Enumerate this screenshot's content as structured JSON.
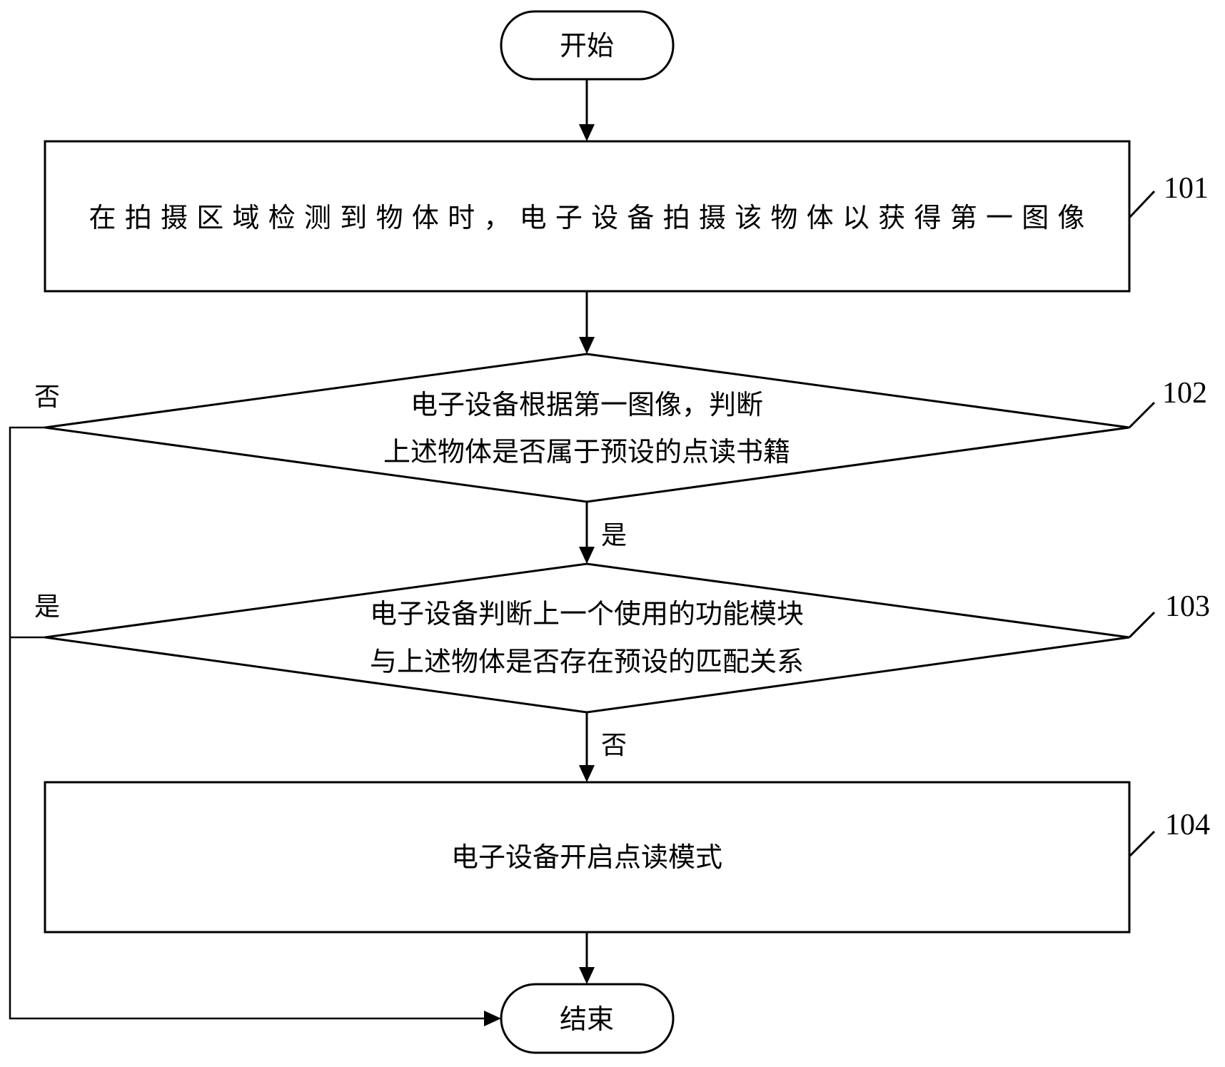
{
  "flowchart": {
    "start": {
      "label": "开始"
    },
    "end": {
      "label": "结束"
    },
    "steps": [
      {
        "id": "101",
        "type": "process",
        "ref_label": "101",
        "lines": [
          "在拍摄区域检测到物体时，电子设备拍摄该物体以获得第一图像"
        ]
      },
      {
        "id": "102",
        "type": "decision",
        "ref_label": "102",
        "lines": [
          "电子设备根据第一图像，判断",
          "上述物体是否属于预设的点读书籍"
        ]
      },
      {
        "id": "103",
        "type": "decision",
        "ref_label": "103",
        "lines": [
          "电子设备判断上一个使用的功能模块",
          "与上述物体是否存在预设的匹配关系"
        ]
      },
      {
        "id": "104",
        "type": "process",
        "ref_label": "104",
        "lines": [
          "电子设备开启点读模式"
        ]
      }
    ],
    "edge_labels": {
      "d102_no": "否",
      "d102_yes": "是",
      "d103_yes": "是",
      "d103_no": "否"
    }
  }
}
